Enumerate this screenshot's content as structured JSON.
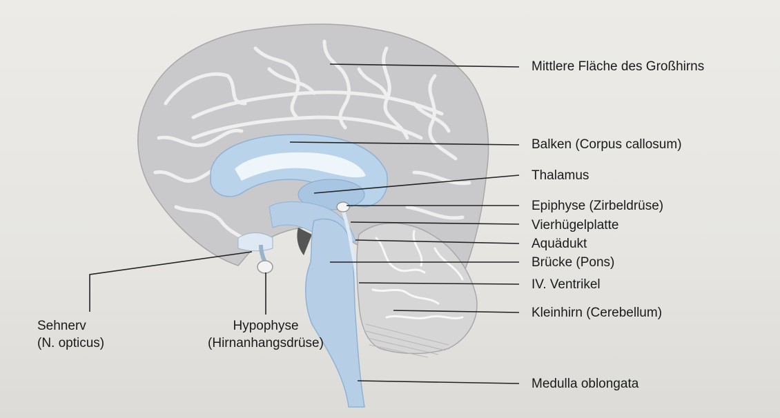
{
  "labels": {
    "cerebrum_medial_surface": "Mittlere Fläche des Großhirns",
    "corpus_callosum": "Balken (Corpus callosum)",
    "thalamus": "Thalamus",
    "pineal_gland": "Epiphyse (Zirbeldrüse)",
    "tectal_plate": "Vierhügelplatte",
    "aqueduct": "Aquädukt",
    "pons": "Brücke (Pons)",
    "fourth_ventricle": "IV. Ventrikel",
    "cerebellum": "Kleinhirn (Cerebellum)",
    "medulla": "Medulla oblongata",
    "optic_nerve_line1": "Sehnerv",
    "optic_nerve_line2": "(N. opticus)",
    "pituitary_line1": "Hypophyse",
    "pituitary_line2": "(Hirnanhangsdrüse)"
  },
  "colors": {
    "brain_gray": "#c9c9cb",
    "sulcus_line": "#f2f2f2",
    "brainstem_blue": "#b7cfe6",
    "ventricle_blue": "#d9e8f5",
    "leader_line": "#222222"
  }
}
